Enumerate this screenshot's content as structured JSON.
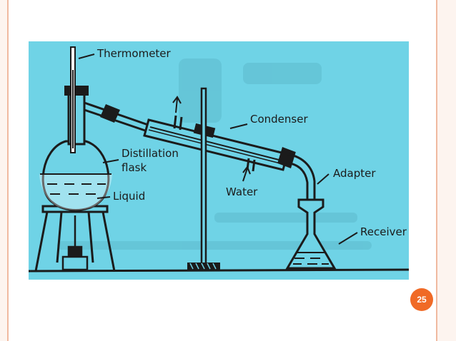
{
  "slide": {
    "page_number": "25",
    "accent_color": "#f06a26",
    "image_background": "#6fd3e6"
  },
  "diagram": {
    "labels": {
      "thermometer": "Thermometer",
      "condenser": "Condenser",
      "distillation_flask_line1": "Distillation",
      "distillation_flask_line2": "flask",
      "adapter": "Adapter",
      "water": "Water",
      "liquid": "Liquid",
      "receiver": "Receiver"
    }
  }
}
